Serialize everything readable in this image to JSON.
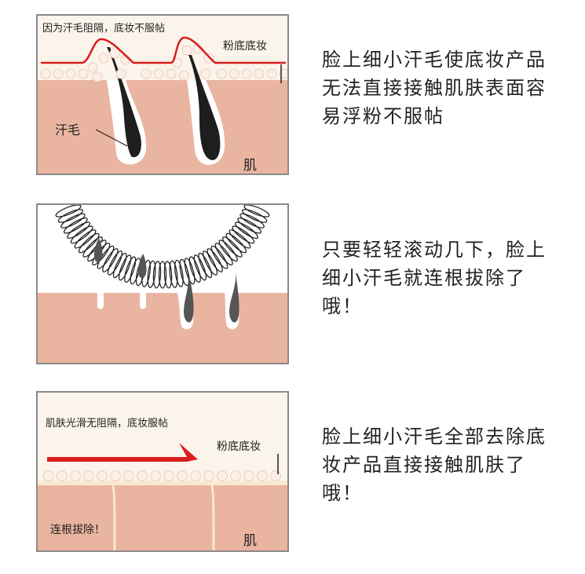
{
  "panels": [
    {
      "top_label": "因为汗毛阻隔，底妆不服帖",
      "makeup_label": "粉底底妆",
      "hair_label": "汗毛",
      "skin_label": "肌",
      "description": "脸上细小汗毛使底妆产品无法直接接触肌肤表面容易浮粉不服帖"
    },
    {
      "description": "只要轻轻滚动几下，脸上细小汗毛就连根拔除了哦！"
    },
    {
      "top_label": "肌肤光滑无阻隔，底妆服帖",
      "makeup_label": "粉底底妆",
      "removed_label": "连根拔除！",
      "skin_label": "肌",
      "description": "脸上细小汗毛全部去除底妆产品直接接触肌肤了哦！"
    }
  ],
  "colors": {
    "skin": "#eab5a0",
    "background": "#fbf4ea",
    "hair": "#1e1e1e",
    "arrow": "#d81e1e",
    "makeup_line": "#d81e1e",
    "border": "#8a8a8a"
  }
}
